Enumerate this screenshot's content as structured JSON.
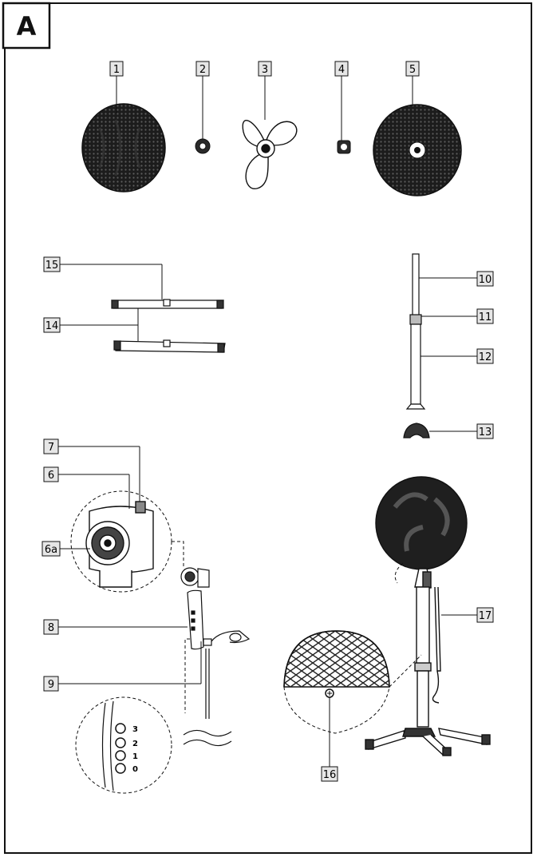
{
  "page": {
    "corner_label": "A"
  },
  "parts": {
    "p1": "1",
    "p2": "2",
    "p3": "3",
    "p4": "4",
    "p5": "5",
    "p6": "6",
    "p6a": "6a",
    "p7": "7",
    "p8": "8",
    "p9": "9",
    "p10": "10",
    "p11": "11",
    "p12": "12",
    "p13": "13",
    "p14": "14",
    "p15": "15",
    "p16": "16",
    "p17": "17"
  },
  "panel_buttons": [
    "3",
    "2",
    "1",
    "0"
  ]
}
